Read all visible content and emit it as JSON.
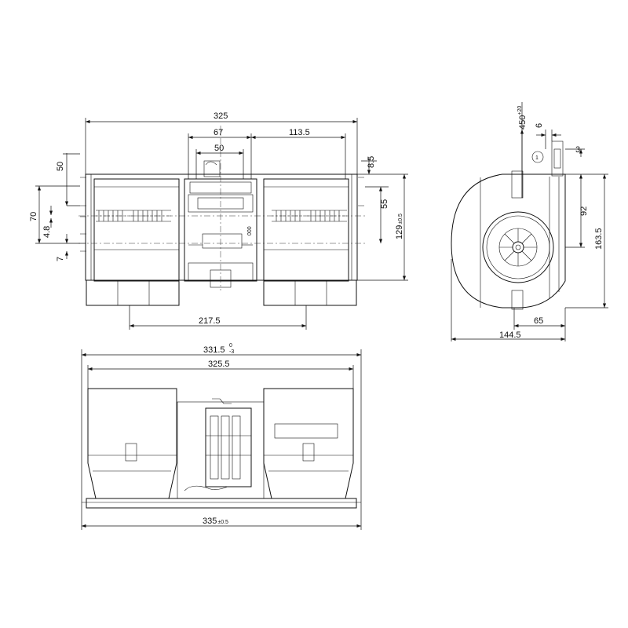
{
  "dimensions": {
    "d325": "325",
    "d67": "67",
    "d50_top": "50",
    "d113_5": "113.5",
    "d50_left": "50",
    "d70": "70",
    "d4_8": "4.8",
    "d7": "7",
    "d8_5": "8.5",
    "d55": "55",
    "d129": "129",
    "d129_tol": "±0.5",
    "d217_5": "217.5",
    "d000": "000",
    "d450": "450",
    "d450_tol": "+20",
    "d6": "6",
    "d3": "3",
    "d92": "92",
    "d163_5": "163.5",
    "d65": "65",
    "d144_5": "144.5",
    "d331_5": "331.5",
    "d331_5_tol_upper": "0",
    "d331_5_tol_lower": "-3",
    "d325_5": "325.5",
    "d335": "335",
    "d335_tol": "±0.5",
    "callout_1": "1"
  }
}
